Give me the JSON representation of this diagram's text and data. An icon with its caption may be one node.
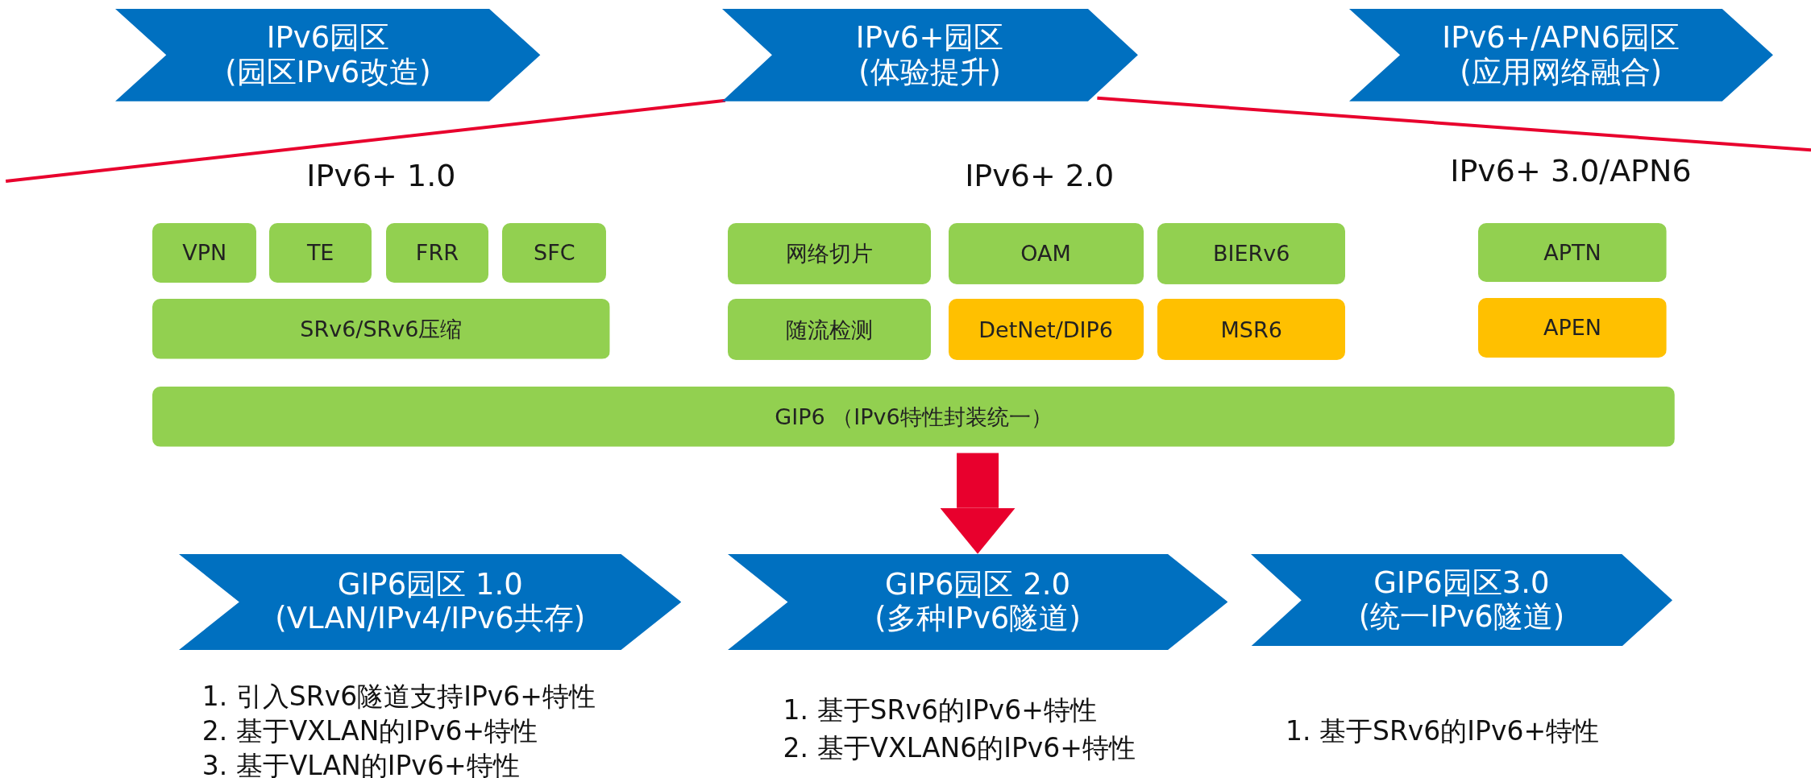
{
  "diagram": {
    "nodes": [
      {
        "text": [
          "IPv6园区",
          "(园区IPv6改造)"
        ]
      },
      {
        "text": [
          "IPv6+园区",
          "(体验提升)"
        ]
      },
      {
        "text": [
          "IPv6+/APN6园区",
          "(应用网络融合)"
        ]
      },
      {
        "text": [
          "VPN"
        ]
      },
      {
        "text": [
          "TE"
        ]
      },
      {
        "text": [
          "FRR"
        ]
      },
      {
        "text": [
          "SFC"
        ]
      },
      {
        "text": [
          "网络切片"
        ]
      },
      {
        "text": [
          "OAM"
        ]
      },
      {
        "text": [
          "BIERv6"
        ]
      },
      {
        "text": [
          "APTN"
        ]
      },
      {
        "text": [
          "SRv6/SRv6压缩"
        ]
      },
      {
        "text": [
          "随流检测"
        ]
      },
      {
        "text": [
          "DetNet/DIP6"
        ]
      },
      {
        "text": [
          "MSR6"
        ]
      },
      {
        "text": [
          "APEN"
        ]
      },
      {
        "text": [
          "GIP6 （IPv6特性封装统一）"
        ]
      },
      {
        "text": [
          "GIP6园区 1.0",
          "(VLAN/IPv4/IPv6共存)"
        ],
        "beside": [
          "1. 引入SRv6隧道支持IPv6+特性",
          "2. 基于VXLAN的IPv6+特性",
          "3. 基于VLAN的IPv6+特性"
        ]
      },
      {
        "text": [
          "GIP6园区 2.0",
          "(多种IPv6隧道)"
        ],
        "beside": [
          "1. 基于SRv6的IPv6+特性",
          "2. 基于VXLAN6的IPv6+特性"
        ]
      },
      {
        "text": [
          "GIP6园区3.0",
          "(统一IPv6隧道)"
        ],
        "beside": [
          "1. 基于SRv6的IPv6+特性"
        ]
      }
    ],
    "edges": [
      {
        "from": 16,
        "to": 18,
        "arrow": "to"
      }
    ],
    "labels": [
      "IPv6+ 1.0",
      "IPv6+ 2.0",
      "IPv6+ 3.0/APN6"
    ]
  }
}
